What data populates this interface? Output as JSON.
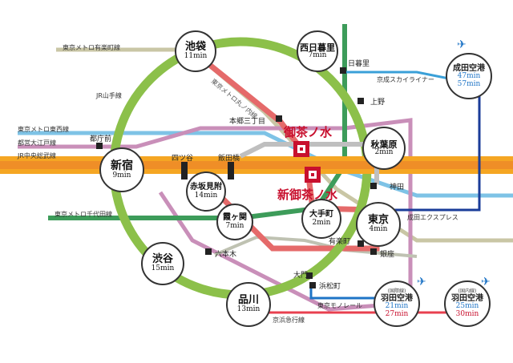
{
  "colors": {
    "yamanote": "#8cc04a",
    "chuo": "#f5a623",
    "chuo_inner": "#e97a2b",
    "marunouchi": "#e56a6a",
    "chiyoda": "#3d9c5a",
    "tozai": "#7ec3e6",
    "oedo": "#c98fb9",
    "yurakucho": "#c9c6a5",
    "keisei": "#3aa0d8",
    "narita_ex": "#1a3c99",
    "monorail": "#1e74c6",
    "keikyu": "#e8404f",
    "hibiya": "#bfc2b2",
    "accent": "#c8102e",
    "ochanomizu_line": "#bfbfbf"
  },
  "line_labels": {
    "yurakucho": "東京メトロ有楽町線",
    "yamanote": "JR山手線",
    "marunouchi": "東京メトロ丸ノ内線",
    "tozai": "東京メトロ東西線",
    "oedo": "都営大江戸線",
    "chuo": "JR中央総武線",
    "chiyoda": "東京メトロ千代田線",
    "keisei": "京成スカイライナー",
    "narita_ex": "成田エクスプレス",
    "monorail": "東京モノレール",
    "keikyu": "京浜急行線"
  },
  "destination": {
    "ochanomizu": "御茶ノ水",
    "shin_ochanomizu": "新御茶ノ水"
  },
  "hubs": {
    "ikebukuro": {
      "name": "池袋",
      "time": "11min"
    },
    "nishinippori": {
      "name": "西日暮里",
      "time": "7min"
    },
    "shinjuku": {
      "name": "新宿",
      "time": "9min"
    },
    "akihabara": {
      "name": "秋葉原",
      "time": "2min"
    },
    "tokyo": {
      "name": "東京",
      "time": "4min"
    },
    "otemachi": {
      "name": "大手町",
      "time": "2min"
    },
    "akasakamitsuke": {
      "name": "赤坂見附",
      "time": "14min"
    },
    "kasumigaseki": {
      "name": "霞ヶ関",
      "time": "7min"
    },
    "shibuya": {
      "name": "渋谷",
      "time": "15min"
    },
    "shinagawa": {
      "name": "品川",
      "time": "13min"
    }
  },
  "stations": {
    "nippori": "日暮里",
    "ueno": "上野",
    "hongo": "本郷三丁目",
    "tochomae": "都庁前",
    "yotsuya": "四ツ谷",
    "iidabashi": "飯田橋",
    "kanda": "神田",
    "yurakucho": "有楽町",
    "ginza": "銀座",
    "roppongi": "六本木",
    "daimon": "大門",
    "hamamatsucho": "浜松町"
  },
  "airports": {
    "narita": {
      "name": "成田空港",
      "time1": "47min",
      "time2": "57min"
    },
    "haneda_intl": {
      "tag": "(国際線)",
      "name": "羽田空港",
      "time1": "21min",
      "time2": "27min"
    },
    "haneda_dom": {
      "tag": "(国内線)",
      "name": "羽田空港",
      "time1": "25min",
      "time2": "30min"
    }
  },
  "icons": [
    "airplane-icon",
    "station-square-icon",
    "destination-marker-icon"
  ]
}
